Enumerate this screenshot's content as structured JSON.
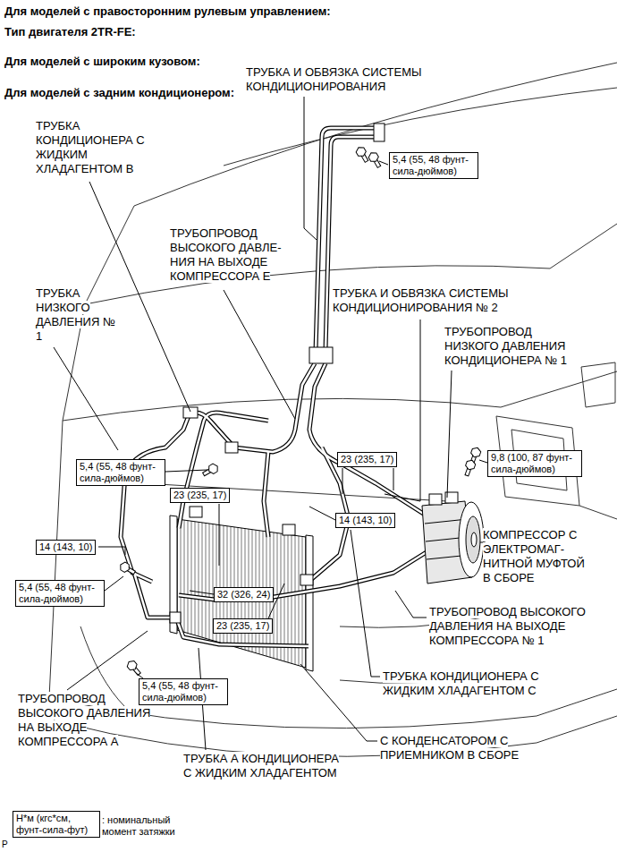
{
  "diagram": {
    "nodes": [
      {
        "text": [
          "5,4 (55, 48 фунт- сила-дюймов)"
        ]
      },
      {
        "text": [
          "9,8 (100, 87 фунт- сила-дюймов)"
        ]
      },
      {
        "text": [
          "23 (235, 17)"
        ]
      },
      {
        "text": [
          "5,4 (55, 48 фунт- сила-дюймов)"
        ]
      },
      {
        "text": [
          "23 (235, 17)"
        ]
      },
      {
        "text": [
          "14 (143, 10)"
        ]
      },
      {
        "text": [
          "14 (143, 10)"
        ]
      },
      {
        "text": [
          "5,4 (55, 48 фунт- сила-дюймов)"
        ]
      },
      {
        "text": [
          "32 (326, 24)"
        ]
      },
      {
        "text": [
          "23 (235, 17)"
        ]
      },
      {
        "text": [
          "5,4 (55, 48 фунт- сила-дюймов)"
        ]
      },
      {
        "text": [
          "Н*м (кгс*см, фунт-сила-фут)"
        ]
      }
    ],
    "labels": [
      "Для моделей с правосторонним рулевым управлением:",
      "Тип двигателя 2TR-FE:",
      "Для моделей с широким кузовом:",
      "Для моделей с задним кондиционером:",
      "ТРУБКА И ОБВЯЗКА СИСТЕМЫ КОНДИЦИОНИРОВАНИЯ",
      "ТРУБКА КОНДИЦИОНЕРА С ЖИДКИМ ХЛАДАГЕНТОМ В",
      "ТРУБОПРОВОД ВЫСОКОГО ДАВЛЕ- НИЯ НА ВЫХОДЕ КОМПРЕССОРА Е",
      "ТРУБКА НИЗКОГО ДАВЛЕНИЯ № 1",
      "ТРУБКА И ОБВЯЗКА СИСТЕМЫ КОНДИЦИОНИРОВАНИЯ № 2",
      "ТРУБОПРОВОД НИЗКОГО ДАВЛЕНИЯ КОНДИЦИОНЕРА № 1",
      "КОМПРЕССОР С ЭЛЕКТРОМАГ- НИТНОЙ МУФТОЙ В СБОРЕ",
      "ТРУБОПРОВОД ВЫСОКОГО ДАВЛЕНИЯ НА ВЫХОДЕ КОМПРЕССОРА № 1",
      "ТРУБКА КОНДИЦИОНЕРА С ЖИДКИМ ХЛАДАГЕНТОМ С",
      "ТРУБОПРОВОД ВЫСОКОГО ДАВЛЕНИЯ НА ВЫХОДЕ КОМПРЕССОРА А",
      "С КОНДЕНСАТОРОМ С ПРИЕМНИКОМ В СБОРЕ",
      "ТРУБКА А КОНДИЦИОНЕРА С ЖИДКИМ ХЛАДАГЕНТОМ",
      "P"
    ],
    "legend": [
      {
        "text": ": номинальный момент затяжки"
      }
    ]
  }
}
